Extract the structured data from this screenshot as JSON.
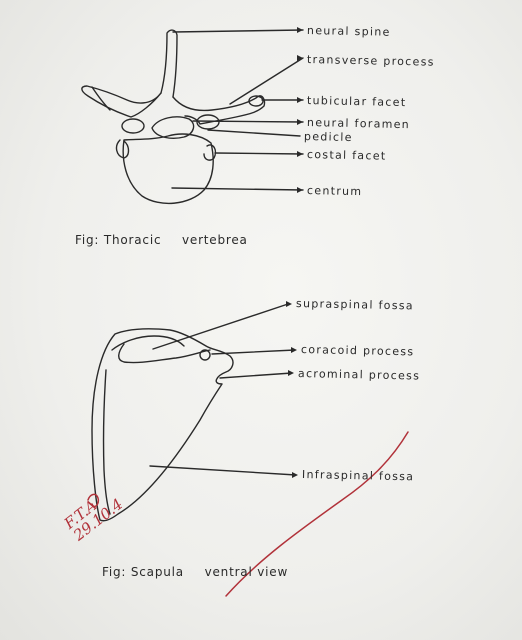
{
  "figure1": {
    "labels": {
      "neural_spine": "neural spine",
      "transverse_process": "transverse process",
      "tubicular_facet": "tubicular facet",
      "neural_foramen": "neural foramen",
      "pedicle": "pedicle",
      "costal_facet": "costal facet",
      "centrum": "centrum"
    },
    "caption": {
      "prefix": "Fig:",
      "title": "Thoracic",
      "title2": "vertebrea"
    }
  },
  "figure2": {
    "labels": {
      "supraspinal_fossa": "supraspinal fossa",
      "coracoid_process": "coracoid process",
      "acrominal_process": "acrominal process",
      "infraspinal_fossa": "Infraspinal fossa"
    },
    "caption": {
      "prefix": "Fig:",
      "title": "Scapula",
      "title2": "ventral",
      "title3": "view"
    }
  },
  "annotation": {
    "initials": "F.T.A",
    "date": "29.10.4"
  },
  "colors": {
    "ink": "#2a2a2a",
    "paper": "#efefec",
    "red_ink": "#b1323a"
  }
}
